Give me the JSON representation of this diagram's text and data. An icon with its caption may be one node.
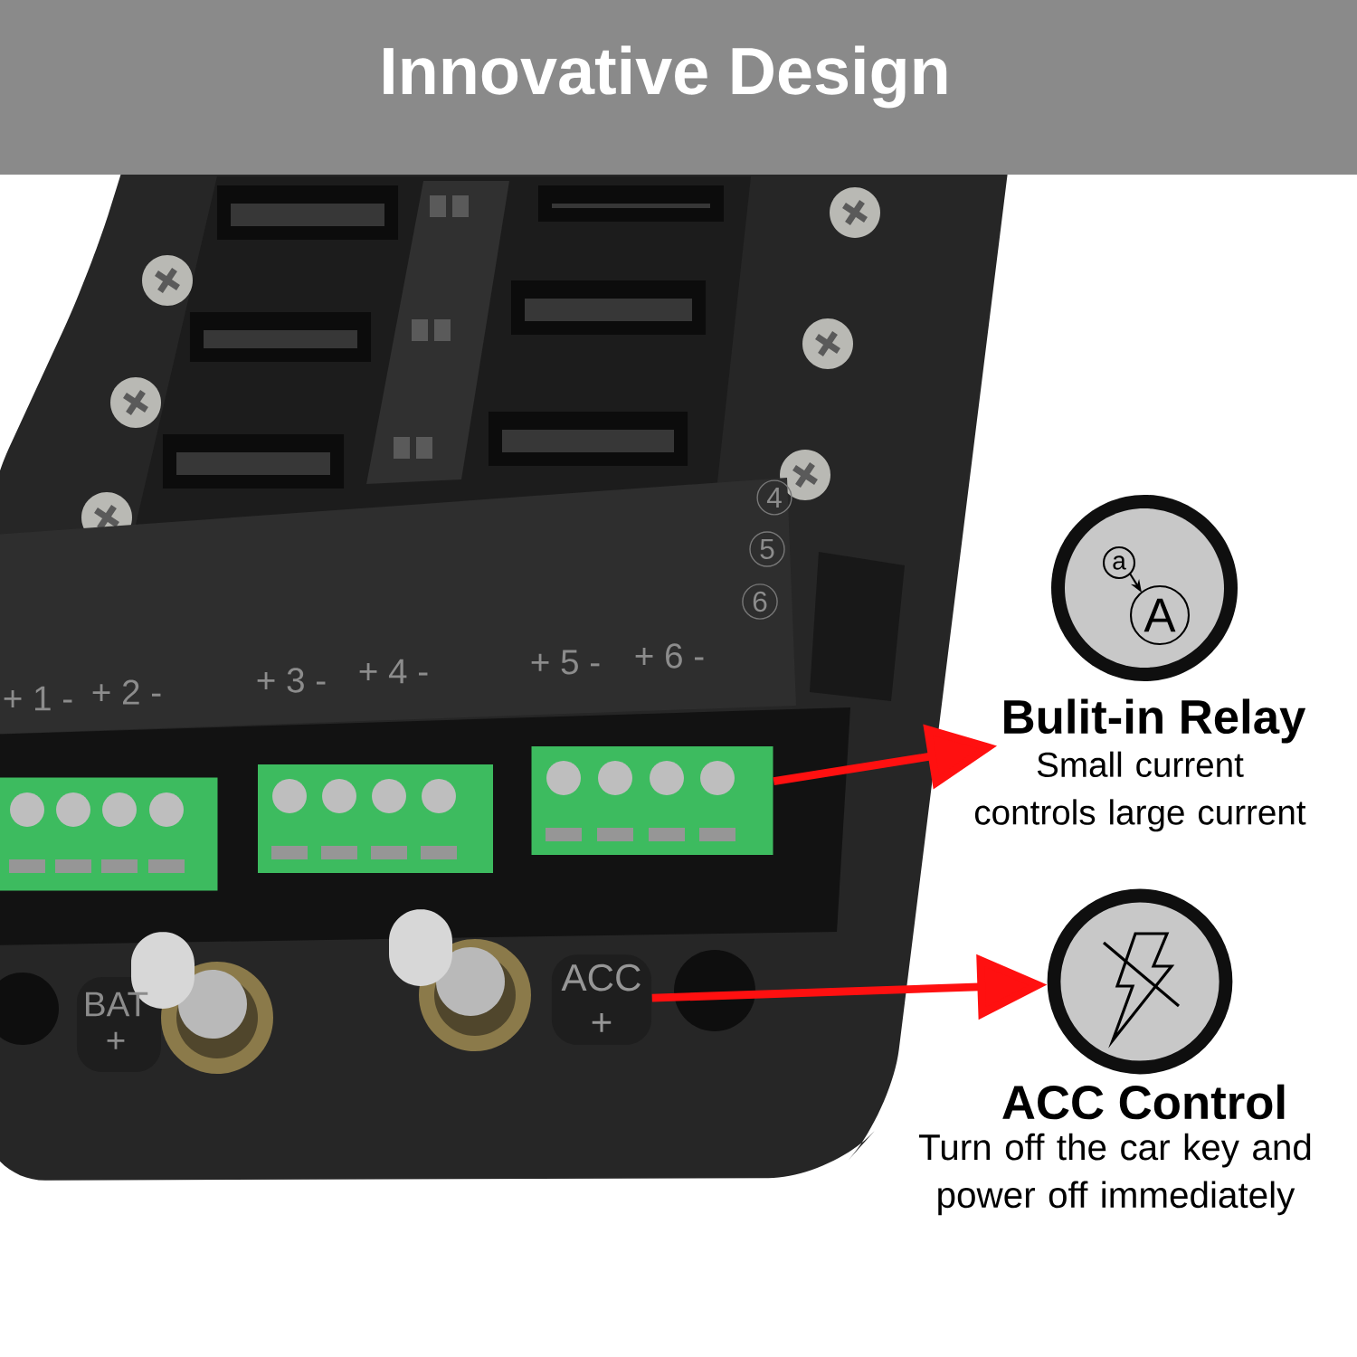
{
  "diagram": {
    "title": "Innovative Design",
    "nodes": [
      {
        "text": [],
        "shape": "box"
      },
      {
        "text": [],
        "shape": "box"
      },
      {
        "text": [],
        "shape": "box"
      },
      {
        "text": [
          "Bulit-in Relay",
          "Small current controls large current"
        ]
      },
      {
        "text": [
          "ACC",
          "+"
        ]
      },
      {
        "text": [
          "ACC Control",
          "Turn off the car key and power off immediately"
        ]
      }
    ],
    "edges": [
      {
        "from": 2,
        "to": 3,
        "arrow": "to"
      },
      {
        "from": 4,
        "to": 5,
        "arrow": "to"
      }
    ],
    "labels": [
      "+ 1 -",
      "+ 2 -",
      "+ 3 -",
      "+ 4 -",
      "+ 5 -",
      "+ 6 -",
      "4",
      "5",
      "6",
      "BAT",
      "+",
      "a",
      "A"
    ]
  }
}
